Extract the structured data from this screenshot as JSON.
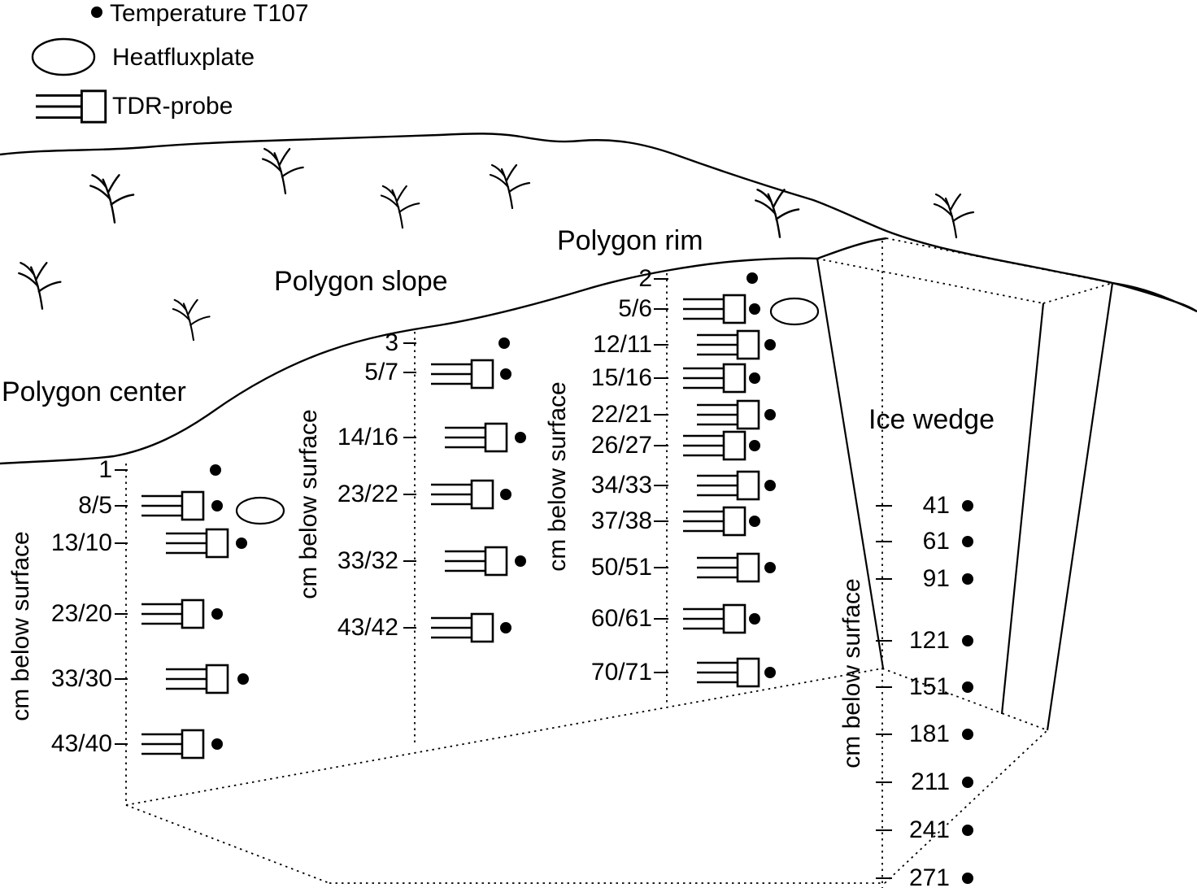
{
  "legend": {
    "temperature": "Temperature T107",
    "heatflux": "Heatfluxplate",
    "tdr": "TDR-probe"
  },
  "sections": {
    "center": {
      "title": "Polygon center",
      "axis_label": "cm below surface",
      "entries": [
        {
          "label": "1",
          "instruments": [
            "temperature"
          ]
        },
        {
          "label": "8/5",
          "instruments": [
            "tdr",
            "temperature",
            "heatfluxplate"
          ]
        },
        {
          "label": "13/10",
          "instruments": [
            "tdr",
            "temperature"
          ]
        },
        {
          "label": "23/20",
          "instruments": [
            "tdr",
            "temperature"
          ]
        },
        {
          "label": "33/30",
          "instruments": [
            "tdr",
            "temperature"
          ]
        },
        {
          "label": "43/40",
          "instruments": [
            "tdr",
            "temperature"
          ]
        }
      ]
    },
    "slope": {
      "title": "Polygon slope",
      "axis_label": "cm below surface",
      "entries": [
        {
          "label": "3",
          "instruments": [
            "temperature"
          ]
        },
        {
          "label": "5/7",
          "instruments": [
            "tdr",
            "temperature"
          ]
        },
        {
          "label": "14/16",
          "instruments": [
            "tdr",
            "temperature"
          ]
        },
        {
          "label": "23/22",
          "instruments": [
            "tdr",
            "temperature"
          ]
        },
        {
          "label": "33/32",
          "instruments": [
            "tdr",
            "temperature"
          ]
        },
        {
          "label": "43/42",
          "instruments": [
            "tdr",
            "temperature"
          ]
        }
      ]
    },
    "rim": {
      "title": "Polygon rim",
      "axis_label": "cm below surface",
      "entries": [
        {
          "label": "2",
          "instruments": [
            "temperature"
          ]
        },
        {
          "label": "5/6",
          "instruments": [
            "tdr",
            "temperature",
            "heatfluxplate"
          ]
        },
        {
          "label": "12/11",
          "instruments": [
            "tdr",
            "temperature"
          ]
        },
        {
          "label": "15/16",
          "instruments": [
            "tdr",
            "temperature"
          ]
        },
        {
          "label": "22/21",
          "instruments": [
            "tdr",
            "temperature"
          ]
        },
        {
          "label": "26/27",
          "instruments": [
            "tdr",
            "temperature"
          ]
        },
        {
          "label": "34/33",
          "instruments": [
            "tdr",
            "temperature"
          ]
        },
        {
          "label": "37/38",
          "instruments": [
            "tdr",
            "temperature"
          ]
        },
        {
          "label": "50/51",
          "instruments": [
            "tdr",
            "temperature"
          ]
        },
        {
          "label": "60/61",
          "instruments": [
            "tdr",
            "temperature"
          ]
        },
        {
          "label": "70/71",
          "instruments": [
            "tdr",
            "temperature"
          ]
        }
      ]
    },
    "ice_wedge": {
      "title": "Ice wedge",
      "axis_label": "cm below surface",
      "entries": [
        {
          "label": "41",
          "instruments": [
            "temperature"
          ]
        },
        {
          "label": "61",
          "instruments": [
            "temperature"
          ]
        },
        {
          "label": "91",
          "instruments": [
            "temperature"
          ]
        },
        {
          "label": "121",
          "instruments": [
            "temperature"
          ]
        },
        {
          "label": "151",
          "instruments": [
            "temperature"
          ]
        },
        {
          "label": "181",
          "instruments": [
            "temperature"
          ]
        },
        {
          "label": "211",
          "instruments": [
            "temperature"
          ]
        },
        {
          "label": "241",
          "instruments": [
            "temperature"
          ]
        },
        {
          "label": "271",
          "instruments": [
            "temperature"
          ]
        }
      ]
    }
  },
  "colors": {
    "line": "#000000",
    "background": "#ffffff"
  }
}
